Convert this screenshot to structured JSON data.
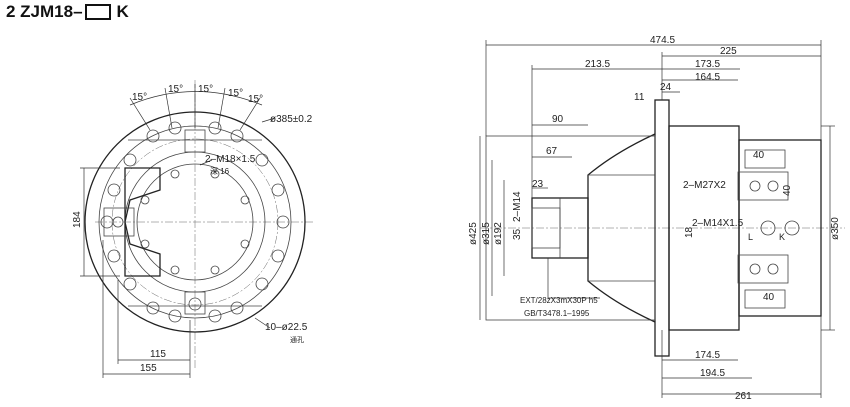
{
  "title": {
    "prefix": "2 ZJM18–",
    "suffix": "K"
  },
  "front_view": {
    "angles": [
      "15°",
      "15°",
      "15°",
      "15°",
      "15°"
    ],
    "pcd": "ø385±0.2",
    "thread_label": "2–M18×1.5",
    "thread_note": "深 16",
    "holes": "10–ø22.5",
    "holes_note": "通孔",
    "dim_184": "184",
    "dim_115": "115",
    "dim_155": "155"
  },
  "side_view": {
    "d474": "474.5",
    "d225": "225",
    "d213": "213.5",
    "d173": "173.5",
    "d164": "164.5",
    "d11": "11",
    "d24": "24",
    "d90": "90",
    "d67": "67",
    "d23": "23",
    "m14": "2–M14",
    "d35": "35",
    "d425": "ø425",
    "d315": "ø315",
    "d192": "ø192",
    "ext": "EXT/28zX3mX30P h5",
    "gb": "GB/T3478.1–1995",
    "d174": "174.5",
    "d194": "194.5",
    "d261": "261",
    "m27": "2–M27X2",
    "m14x": "2–M14X1.5",
    "d40a": "40",
    "d40b": "40",
    "d40c": "40",
    "d350": "ø350",
    "d18": "18",
    "L": "L",
    "K": "K"
  }
}
